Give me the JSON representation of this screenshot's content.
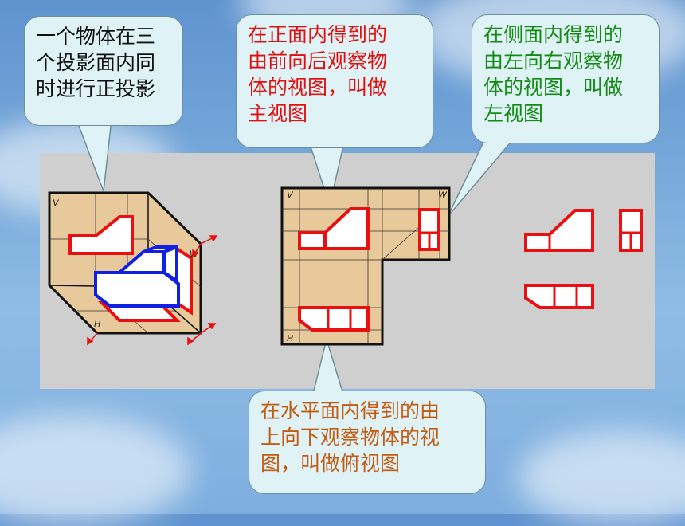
{
  "callouts": {
    "projection": [
      "一个物体在三",
      "个投影面内同",
      "时进行正投影"
    ],
    "front_view": [
      "在正面内得到的",
      "由前向后观察物",
      "体的视图，叫做",
      "主视图"
    ],
    "side_view": [
      "在侧面内得到的",
      "由左向右观察物",
      "体的视图，叫做",
      "左视图"
    ],
    "top_view": [
      "在水平面内得到的由",
      "上向下观察物体的视",
      "图，叫做俯视图"
    ]
  },
  "plane_labels": {
    "v": "V",
    "w": "W",
    "h": "H"
  },
  "colors": {
    "plane_fill": "#e8c99b",
    "outline": "#111111",
    "view_red": "#e81010",
    "object_blue": "#1020e0",
    "callout_bg": "#dff3f6",
    "front_text": "#e01010",
    "side_text": "#138a13",
    "top_text": "#c35a12"
  }
}
